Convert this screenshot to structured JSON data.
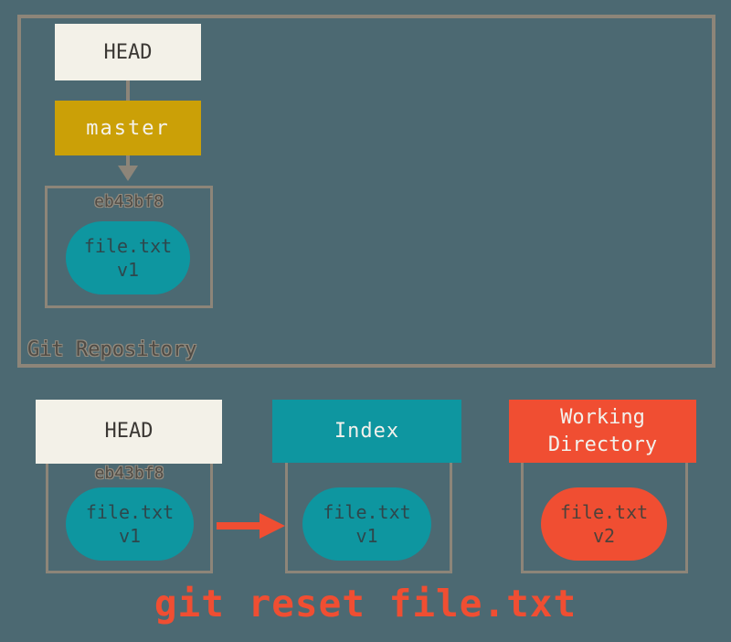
{
  "colors": {
    "background": "#4c6972",
    "frame_border": "#8d8579",
    "cream": "#f3f1e8",
    "gold": "#cba007",
    "teal": "#0e96a0",
    "red": "#f04e32"
  },
  "repository": {
    "label": "Git Repository",
    "head": "HEAD",
    "branch": "master",
    "commit_id": "eb43bf8",
    "file_name": "file.txt",
    "file_version": "v1"
  },
  "columns": {
    "head": {
      "title": "HEAD",
      "commit_id": "eb43bf8",
      "file_name": "file.txt",
      "file_version": "v1"
    },
    "index": {
      "title": "Index",
      "file_name": "file.txt",
      "file_version": "v1"
    },
    "working_directory": {
      "title": "Working Directory",
      "file_name": "file.txt",
      "file_version": "v2"
    }
  },
  "caption": "git reset file.txt"
}
